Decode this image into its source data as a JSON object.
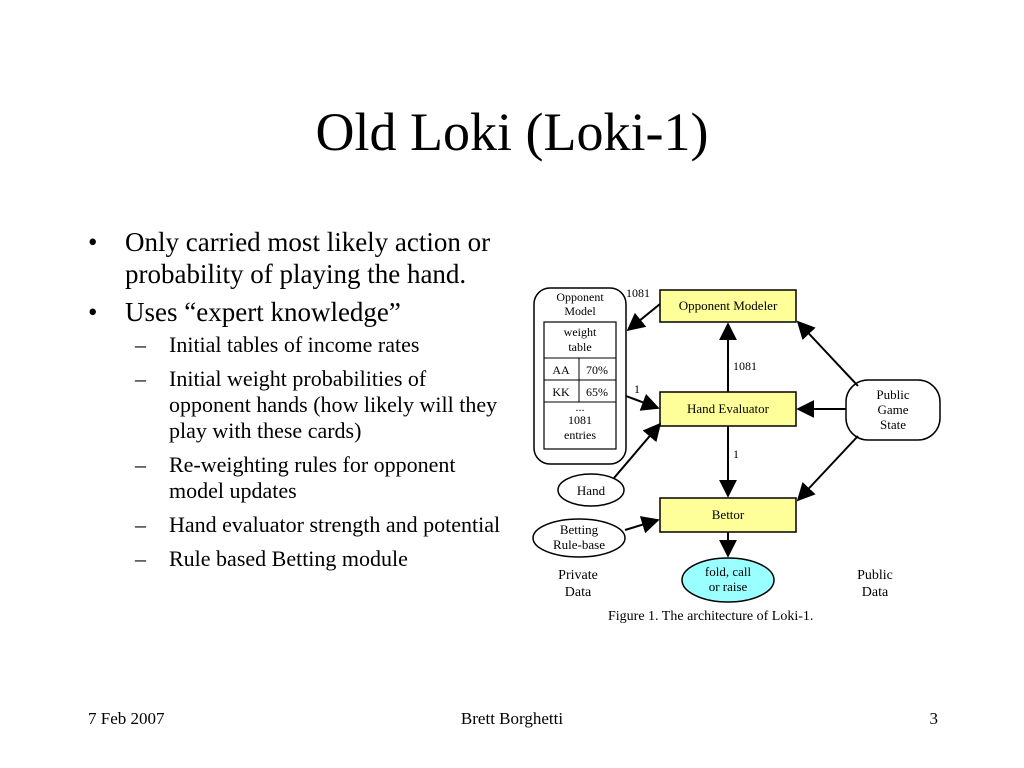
{
  "slide": {
    "title": "Old Loki  (Loki-1)",
    "bullets": [
      {
        "text": "Only carried most likely action or probability of playing the hand."
      },
      {
        "text": "Uses “expert knowledge”"
      }
    ],
    "sub_bullets": [
      "Initial tables of income rates",
      "Initial weight probabilities of opponent hands (how likely will they play with these cards)",
      "Re-weighting rules for opponent model updates",
      "Hand evaluator strength and potential",
      "Rule based Betting module"
    ]
  },
  "figure": {
    "opponent_model": {
      "line1": "Opponent",
      "line2": "Model"
    },
    "weight_table": {
      "line1": "weight",
      "line2": "table"
    },
    "rows": [
      {
        "hand": "AA",
        "weight": "70%"
      },
      {
        "hand": "KK",
        "weight": "65%"
      }
    ],
    "ellipsis": "...",
    "entries": {
      "line1": "1081",
      "line2": "entries"
    },
    "opponent_modeler": "Opponent Modeler",
    "hand_evaluator": "Hand Evaluator",
    "bettor": "Bettor",
    "public_game_state": {
      "line1": "Public",
      "line2": "Game",
      "line3": "State"
    },
    "hand": "Hand",
    "betting_rule_base": {
      "line1": "Betting",
      "line2": "Rule-base"
    },
    "output": {
      "line1": "fold, call",
      "line2": "or raise"
    },
    "private_data": {
      "line1": "Private",
      "line2": "Data"
    },
    "public_data": {
      "line1": "Public",
      "line2": "Data"
    },
    "edge_labels": {
      "modeler_to_model": "1081",
      "evaluator_to_modeler": "1081",
      "model_to_evaluator": "1",
      "evaluator_to_bettor": "1"
    },
    "caption": "Figure 1. The architecture of Loki-1.",
    "colors": {
      "process_box": "#ffff99",
      "output_ellipse": "#99ffff"
    }
  },
  "footer": {
    "date": "7 Feb 2007",
    "author": "Brett Borghetti",
    "page": "3"
  }
}
